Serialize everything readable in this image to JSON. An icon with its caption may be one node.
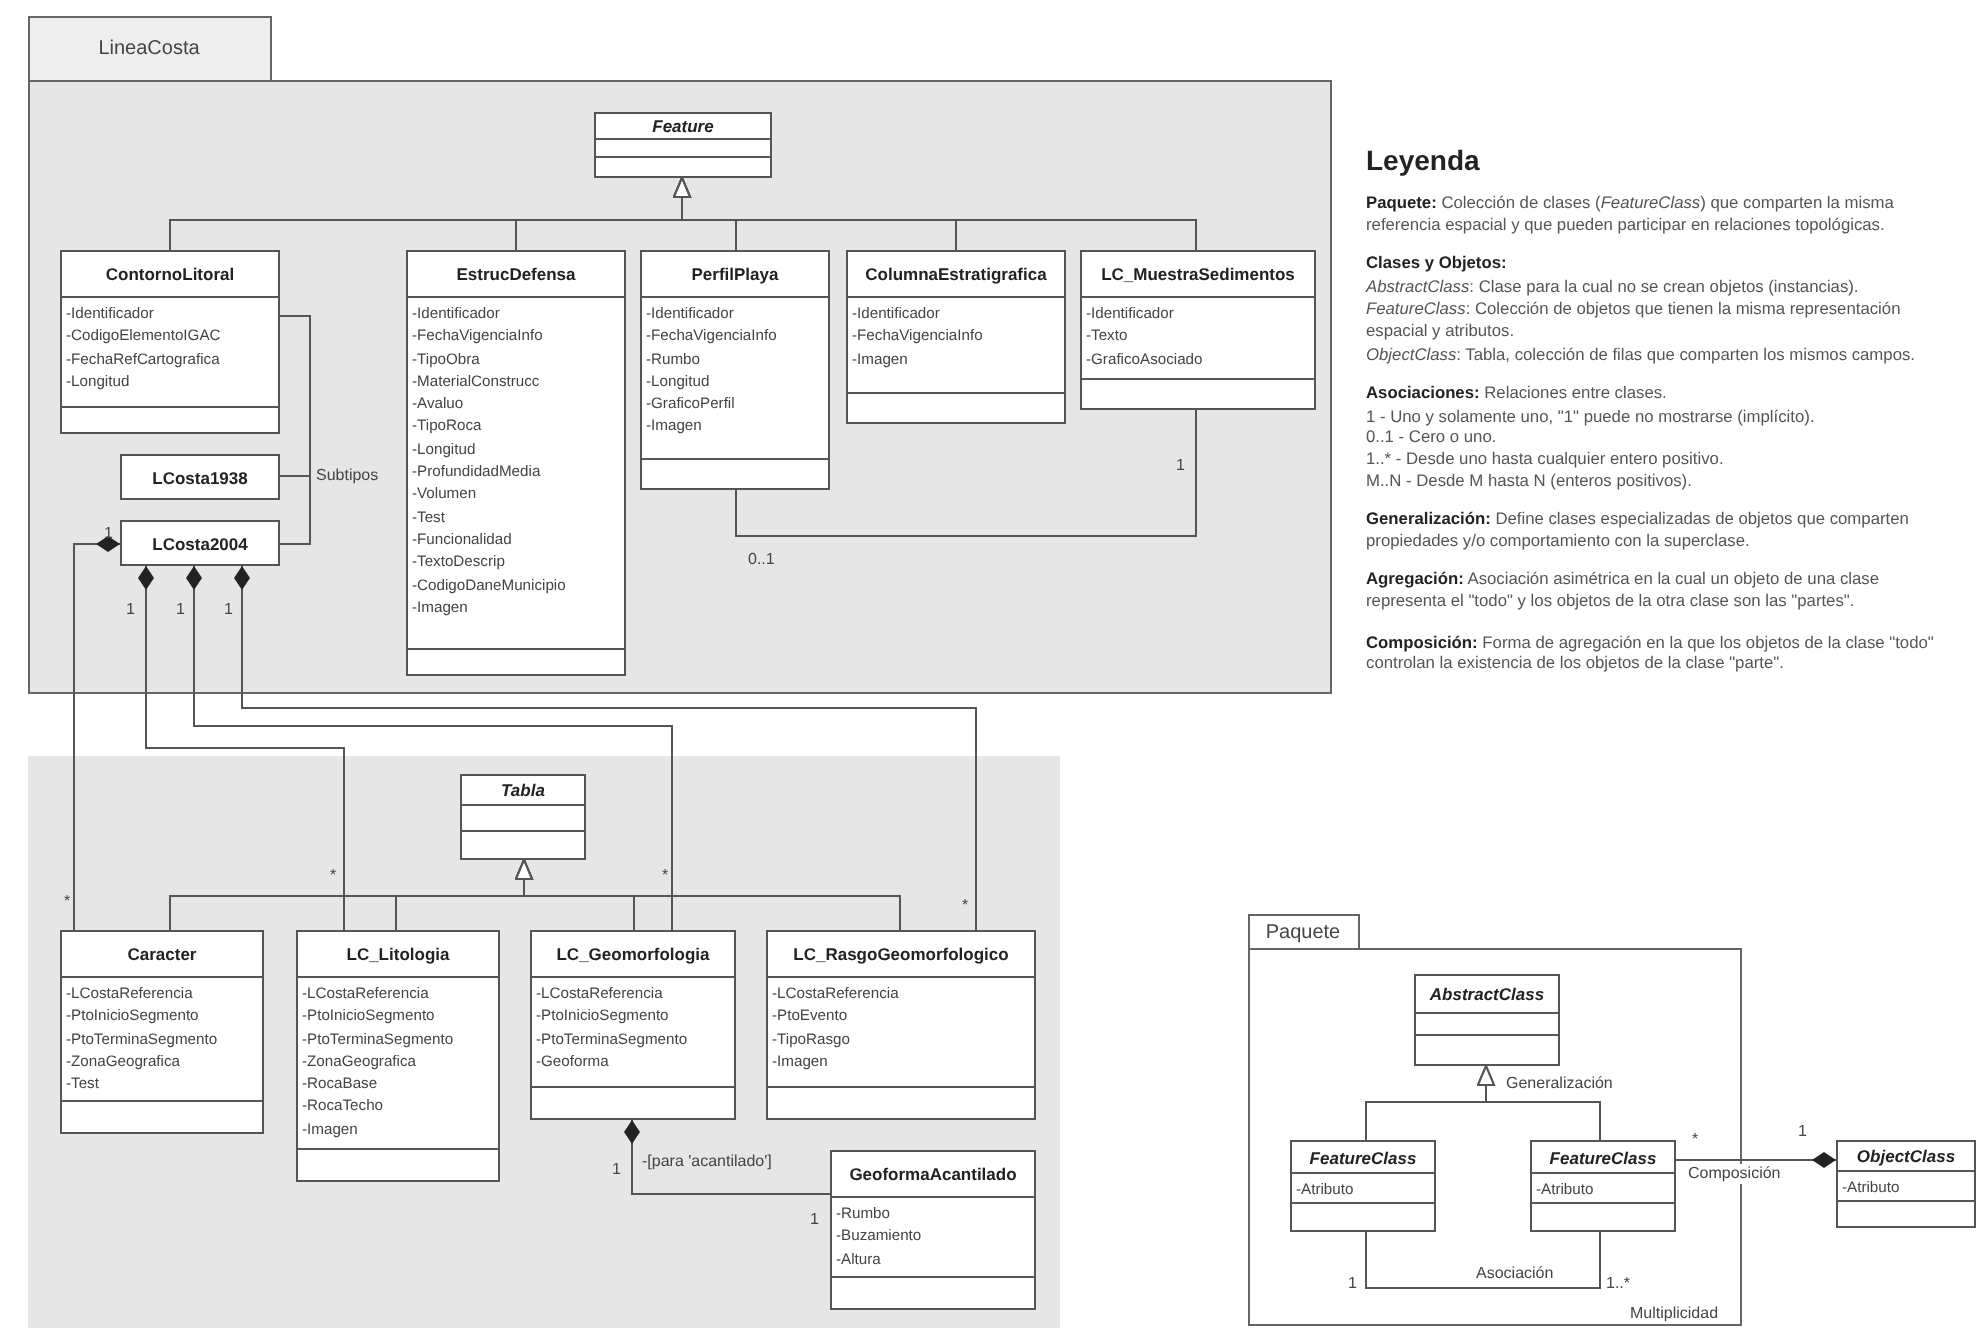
{
  "diagram": {
    "nodes": [
      {
        "text": [
          "LineaCosta"
        ]
      },
      {
        "text": [
          "Feature"
        ],
        "in": 0
      },
      {
        "text": [
          "ContornoLitoral",
          "-Identificador",
          "-CodigoElementoIGAC",
          "-FechaRefCartografica",
          "-Longitud"
        ],
        "in": 0
      },
      {
        "text": [
          "EstrucDefensa",
          "-Identificador",
          "-FechaVigenciaInfo",
          "-TipoObra",
          "-MaterialConstrucc",
          "-Avaluo",
          "-TipoRoca",
          "-Longitud",
          "-ProfundidadMedia",
          "-Volumen",
          "-Test",
          "-Funcionalidad",
          "-TextoDescrip",
          "-CodigoDaneMunicipio",
          "-Imagen"
        ],
        "in": 0
      },
      {
        "text": [
          "PerfilPlaya",
          "-Identificador",
          "-FechaVigenciaInfo",
          "-Rumbo",
          "-Longitud",
          "-GraficoPerfil",
          "-Imagen"
        ],
        "in": 0
      },
      {
        "text": [
          "ColumnaEstratigrafica",
          "-Identificador",
          "-FechaVigenciaInfo",
          "-Imagen"
        ],
        "in": 0
      },
      {
        "text": [
          "LC_MuestraSedimentos",
          "-Identificador",
          "-Texto",
          "-GraficoAsociado"
        ],
        "in": 0
      },
      {
        "text": [
          "LCosta1938"
        ],
        "in": 0
      },
      {
        "text": [
          "LCosta2004"
        ],
        "in": 0
      },
      {
        "text": [],
        "shape": "box"
      },
      {
        "text": [
          "Tabla"
        ],
        "in": 9
      },
      {
        "text": [
          "Caracter",
          "-LCostaReferencia",
          "-PtoInicioSegmento",
          "-PtoTerminaSegmento",
          "-ZonaGeografica",
          "-Test"
        ],
        "in": 9
      },
      {
        "text": [
          "LC_Litologia",
          "-LCostaReferencia",
          "-PtoInicioSegmento",
          "-PtoTerminaSegmento",
          "-ZonaGeografica",
          "-RocaBase",
          "-RocaTecho",
          "-Imagen"
        ],
        "in": 9
      },
      {
        "text": [
          "LC_Geomorfologia",
          "-LCostaReferencia",
          "-PtoInicioSegmento",
          "-PtoTerminaSegmento",
          "-Geoforma"
        ],
        "in": 9
      },
      {
        "text": [
          "LC_RasgoGeomorfologico",
          "-LCostaReferencia",
          "-PtoEvento",
          "-TipoRasgo",
          "-Imagen"
        ],
        "in": 9
      },
      {
        "text": [
          "GeoformaAcantilado",
          "-Rumbo",
          "-Buzamiento",
          "-Altura"
        ],
        "in": 9
      },
      {
        "text": [
          "Paquete"
        ]
      },
      {
        "text": [
          "AbstractClass"
        ],
        "in": 16
      },
      {
        "text": [
          "FeatureClass",
          "-Atributo"
        ],
        "in": 16
      },
      {
        "text": [
          "FeatureClass",
          "-Atributo"
        ],
        "in": 16
      },
      {
        "text": [
          "ObjectClass",
          "-Atributo"
        ]
      }
    ],
    "edges": [
      {
        "from": 2,
        "to": 1,
        "arrow": "to"
      },
      {
        "from": 3,
        "to": 1,
        "arrow": "to"
      },
      {
        "from": 4,
        "to": 1,
        "arrow": "to"
      },
      {
        "from": 5,
        "to": 1,
        "arrow": "to"
      },
      {
        "from": 6,
        "to": 1,
        "arrow": "to"
      },
      {
        "from": 2,
        "to": 7,
        "arrow": "none",
        "label": "Subtipos"
      },
      {
        "from": 2,
        "to": 8,
        "arrow": "none"
      },
      {
        "from": 4,
        "to": 6,
        "arrow": "none"
      },
      {
        "from": 11,
        "to": 8,
        "arrow": "other"
      },
      {
        "from": 12,
        "to": 8,
        "arrow": "other"
      },
      {
        "from": 13,
        "to": 8,
        "arrow": "other"
      },
      {
        "from": 14,
        "to": 8,
        "arrow": "other"
      },
      {
        "from": 11,
        "to": 10,
        "arrow": "to"
      },
      {
        "from": 12,
        "to": 10,
        "arrow": "to"
      },
      {
        "from": 13,
        "to": 10,
        "arrow": "to"
      },
      {
        "from": 14,
        "to": 10,
        "arrow": "to"
      },
      {
        "from": 15,
        "to": 13,
        "arrow": "other",
        "label": "-[para 'acantilado']"
      },
      {
        "from": 18,
        "to": 17,
        "arrow": "to"
      },
      {
        "from": 19,
        "to": 17,
        "arrow": "to",
        "label": "Generalización"
      },
      {
        "from": 18,
        "to": 19,
        "arrow": "none",
        "label": "Asociación"
      },
      {
        "from": 19,
        "to": 20,
        "arrow": "other",
        "label": "Composición"
      }
    ],
    "labels": [
      "Leyenda",
      "**Paquete:** Colección de clases (*FeatureClass*) que comparten la misma referencia espacial y que pueden participar en relaciones topológicas.",
      "Clases y Objetos:",
      "*AbstractClass*: Clase para la cual no se crean objetos (instancias).",
      "*FeatureClass*: Colección de objetos que tienen la misma representación espacial y atributos.",
      "*ObjectClass*: Tabla, colección de filas que comparten los mismos campos.",
      "**Asociaciones:** Relaciones entre clases.",
      "1  - Uno y solamente uno, \"1\" puede no mostrarse (implícito).",
      "0..1  - Cero o uno.",
      "1..*  - Desde uno hasta cualquier entero positivo.",
      "M..N  - Desde M hasta N (enteros positivos).",
      "**Generalización:** Define clases especializadas de objetos que comparten propiedades y/o comportamiento con la superclase.",
      "**Agregación:** Asociación asimétrica en la cual un objeto de una clase representa el \"todo\" y los objetos de la otra clase son las \"partes\".",
      "**Composición:** Forma de agregación en la que los objetos de la clase \"todo\" controlan la existencia de los objetos de la clase \"parte\".",
      "1",
      "1",
      "1",
      "1",
      "0..1",
      "1",
      "*",
      "*",
      "*",
      "*",
      "1",
      "1",
      "*",
      "1",
      "1",
      "1..*",
      "Multiplicidad"
    ]
  }
}
